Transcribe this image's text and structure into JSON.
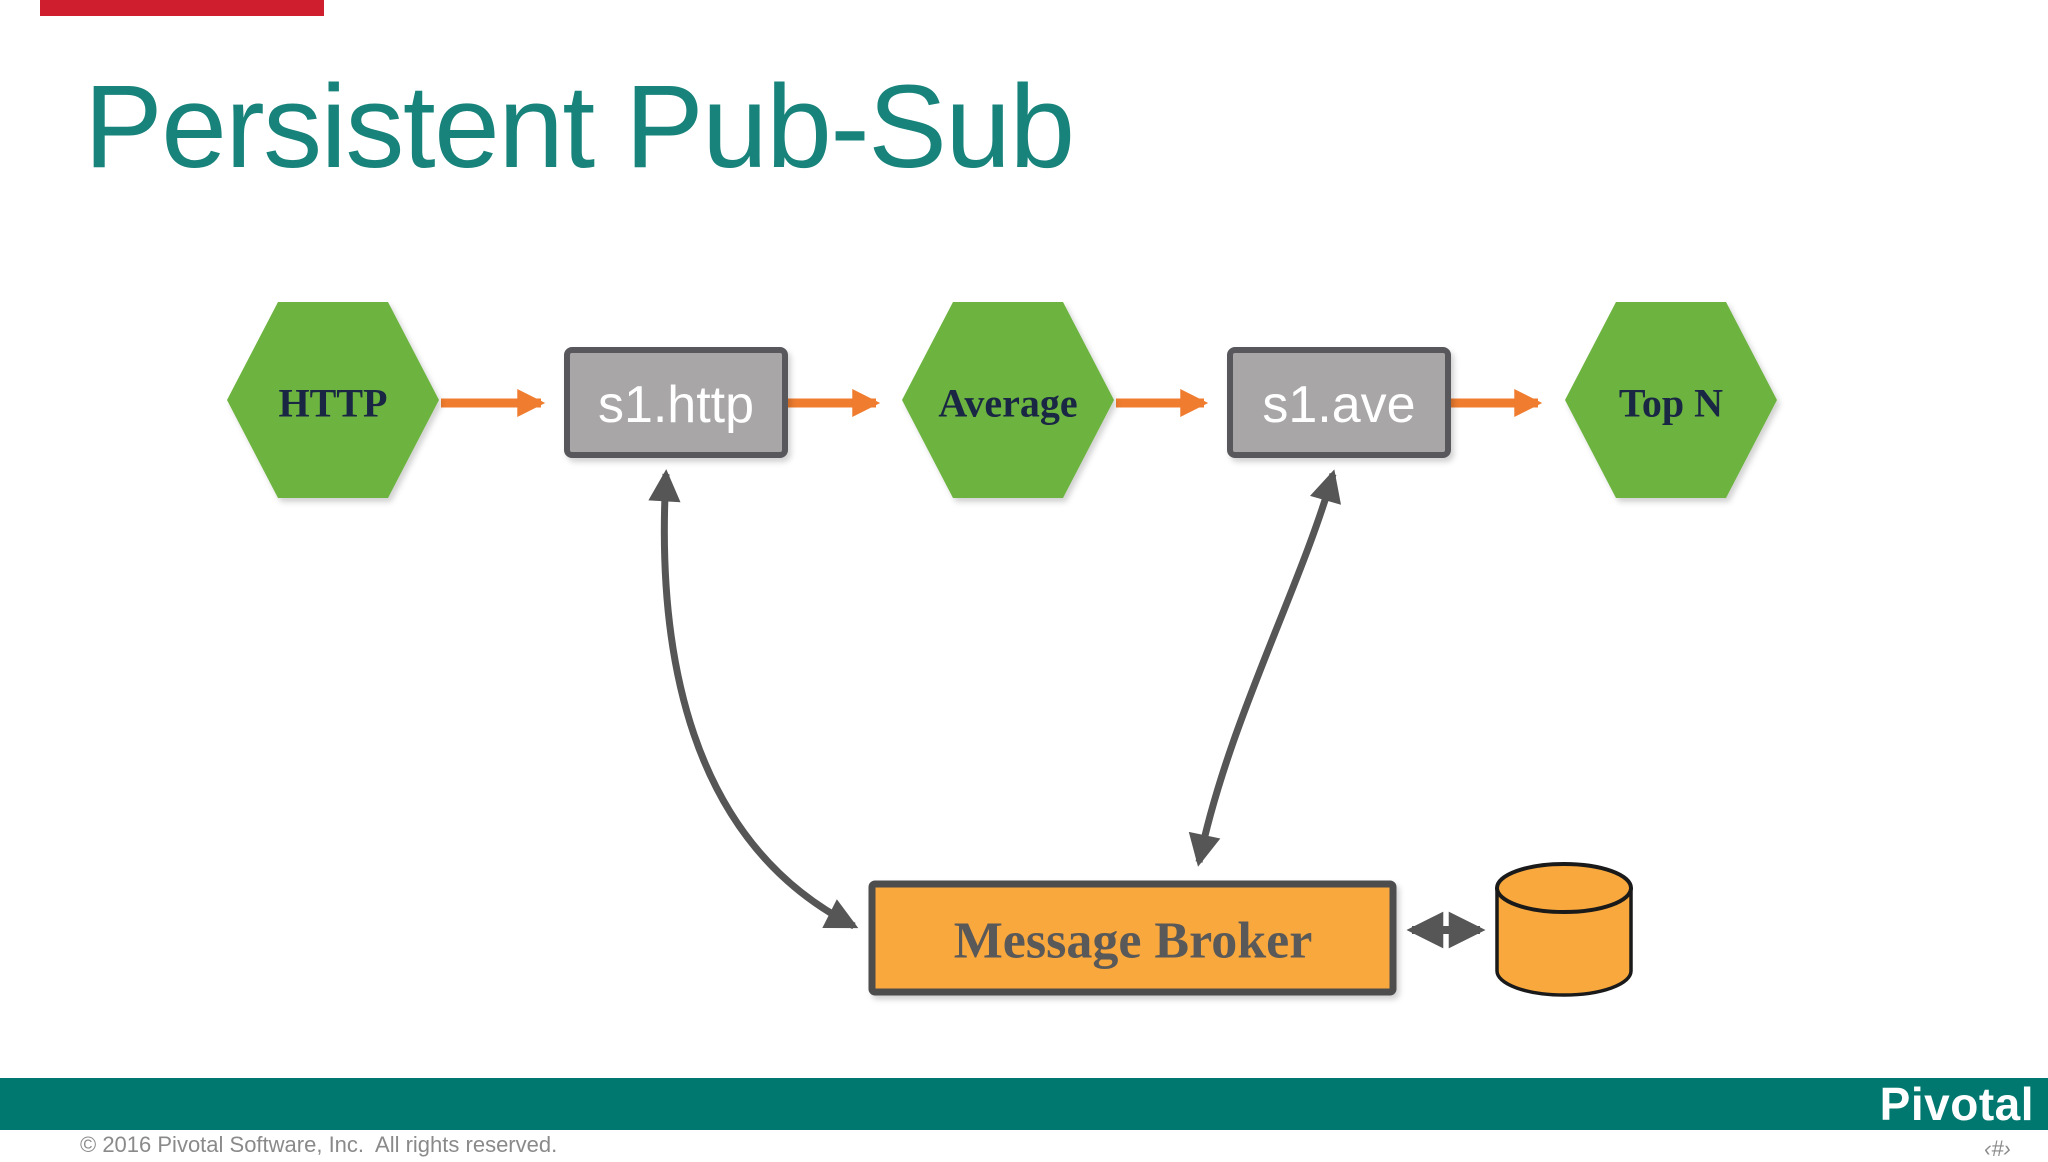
{
  "slide": {
    "title": "Persistent Pub-Sub",
    "footer": {
      "copyright": "© 2016 Pivotal Software, Inc.  All rights reserved.",
      "logo": "Pivotal",
      "slide_number": "‹#›"
    }
  },
  "diagram": {
    "nodes": [
      {
        "id": "http",
        "type": "hexagon",
        "label": "HTTP"
      },
      {
        "id": "s1http",
        "type": "rect",
        "label": "s1.http"
      },
      {
        "id": "average",
        "type": "hexagon",
        "label": "Average"
      },
      {
        "id": "s1ave",
        "type": "rect",
        "label": "s1.ave"
      },
      {
        "id": "topn",
        "type": "hexagon",
        "label": "Top N"
      },
      {
        "id": "broker",
        "type": "rect",
        "label": "Message Broker"
      },
      {
        "id": "database",
        "type": "cylinder",
        "label": ""
      }
    ],
    "edges": [
      {
        "from": "HTTP",
        "to": "s1.http",
        "style": "orange-arrow"
      },
      {
        "from": "s1.http",
        "to": "Average",
        "style": "orange-arrow"
      },
      {
        "from": "Average",
        "to": "s1.ave",
        "style": "orange-arrow"
      },
      {
        "from": "s1.ave",
        "to": "Top N",
        "style": "orange-arrow"
      },
      {
        "from": "s1.http",
        "to": "Message Broker",
        "style": "dark-curved-bidirectional"
      },
      {
        "from": "s1.ave",
        "to": "Message Broker",
        "style": "dark-curved-bidirectional"
      },
      {
        "from": "Message Broker",
        "to": "database",
        "style": "dark-bidirectional"
      }
    ],
    "colors": {
      "hexagon_fill": "#6cb33f",
      "hexagon_text": "#1a2744",
      "stream_box_fill": "#a8a6a7",
      "stream_box_border": "#58595b",
      "stream_box_text": "#ffffff",
      "broker_fill": "#f9a83d",
      "broker_border": "#4d4d4d",
      "broker_text": "#595959",
      "cylinder_fill": "#f9a83d",
      "cylinder_border": "#1a1a1a",
      "orange_arrow": "#ef7c2f",
      "dark_arrow": "#565656",
      "title_text": "#17837b",
      "footer_band": "#00786f",
      "footer_text": "#8a8a8a",
      "top_left_bar": "#cf1f2e"
    }
  }
}
